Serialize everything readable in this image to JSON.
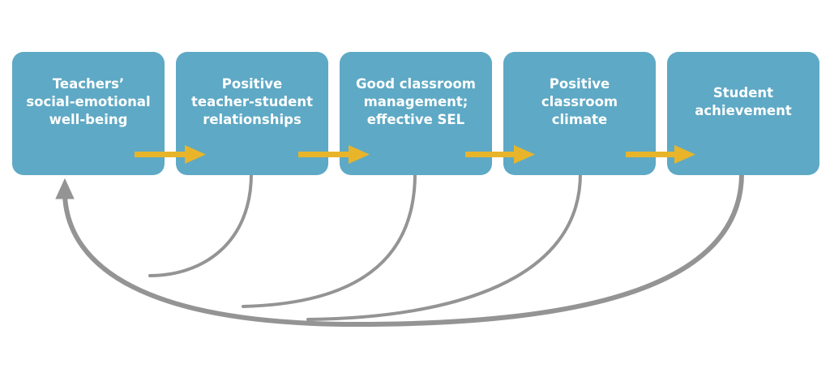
{
  "diagram": {
    "colors": {
      "box_fill": "#5ea9c5",
      "arrow_yellow": "#e8b52a",
      "curve_gray": "#949494",
      "text": "#ffffff"
    },
    "boxes": [
      {
        "label": "Teachers’\nsocial-emotional\nwell-being"
      },
      {
        "label": "Positive\nteacher-student\nrelationships"
      },
      {
        "label": "Good classroom\nmanagement;\neffective SEL"
      },
      {
        "label": "Positive\nclassroom\nclimate"
      },
      {
        "label": "Student\nachievement"
      }
    ],
    "forward_arrows": [
      "box-1-to-box-2",
      "box-2-to-box-3",
      "box-3-to-box-4",
      "box-4-to-box-5"
    ],
    "feedback": {
      "sources": [
        "box-2",
        "box-3",
        "box-4",
        "box-5"
      ],
      "target": "box-1"
    }
  }
}
